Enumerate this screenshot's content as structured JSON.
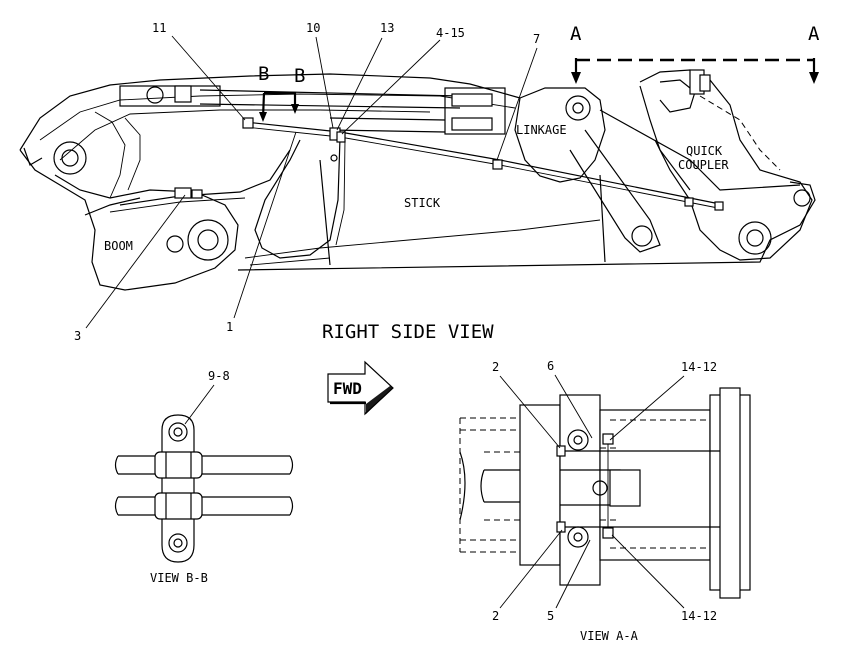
{
  "main_view": {
    "title": "RIGHT SIDE VIEW",
    "labels": {
      "boom": "BOOM",
      "stick": "STICK",
      "linkage": "LINKAGE",
      "quick_coupler_1": "QUICK",
      "quick_coupler_2": "COUPLER"
    },
    "callouts": {
      "c11": "11",
      "c10": "10",
      "c13": "13",
      "c4_15": "4-15",
      "c7": "7",
      "c3": "3",
      "c1": "1"
    },
    "section_marks": {
      "b_left": "B",
      "b_right": "B",
      "a_left": "A",
      "a_right": "A"
    }
  },
  "fwd_arrow": {
    "label": "FWD"
  },
  "view_bb": {
    "title": "VIEW B-B",
    "callout": "9-8"
  },
  "view_aa": {
    "title": "VIEW A-A",
    "callouts": {
      "top_left": "2",
      "top_mid": "6",
      "top_right": "14-12",
      "bottom_left": "2",
      "bottom_mid": "5",
      "bottom_right": "14-12"
    }
  }
}
